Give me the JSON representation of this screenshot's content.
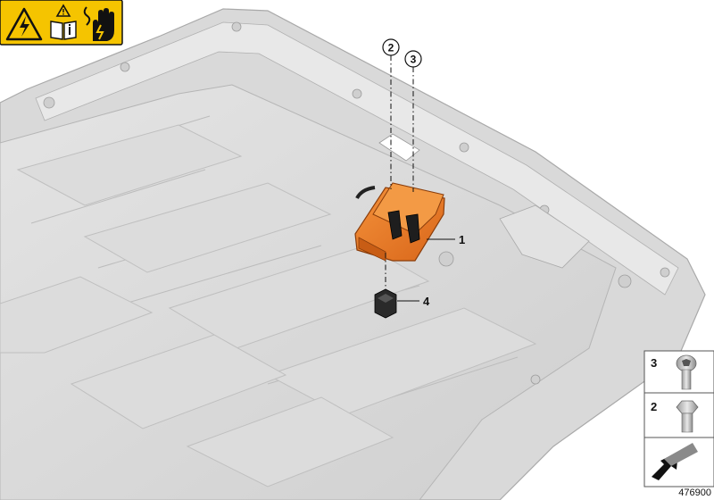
{
  "diagram": {
    "callouts": [
      {
        "id": "1",
        "text": "1",
        "circled": false
      },
      {
        "id": "2",
        "text": "2",
        "circled": true
      },
      {
        "id": "3",
        "text": "3",
        "circled": true
      },
      {
        "id": "4",
        "text": "4",
        "circled": false
      }
    ],
    "legend": [
      {
        "number": "3",
        "icon": "torx-bolt-icon"
      },
      {
        "number": "2",
        "icon": "hex-bolt-icon"
      }
    ],
    "legend_footer_icon": "direction-arrow-icon",
    "part_number": "476900",
    "warning_icons": [
      "high-voltage-warning-icon",
      "read-manual-icon",
      "electric-hand-icon"
    ],
    "colors": {
      "warning_yellow": "#f5c400",
      "connector_orange": "#e8731e",
      "housing_grey": "#d6d6d6",
      "housing_shade": "#bdbdbd"
    }
  }
}
